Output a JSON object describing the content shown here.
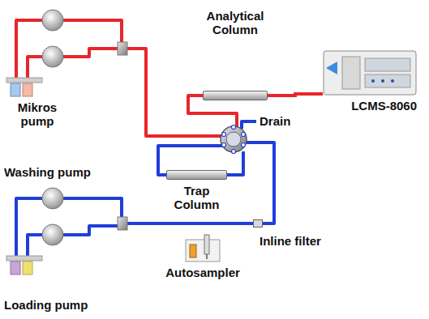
{
  "diagram": {
    "nodes": [
      {
        "text": [
          "Analytical Column"
        ]
      },
      {
        "text": [
          "LCMS-8060"
        ]
      },
      {
        "text": [
          "Trap Column"
        ]
      },
      {
        "text": [
          "Autosampler"
        ]
      },
      {
        "text": [
          "Inline filter"
        ]
      }
    ],
    "edges": [
      {
        "from": 0,
        "to": 1,
        "arrow": "none"
      }
    ],
    "labels": [
      "Mikros pump",
      "Drain",
      "Washing pump",
      "Loading pump"
    ]
  }
}
